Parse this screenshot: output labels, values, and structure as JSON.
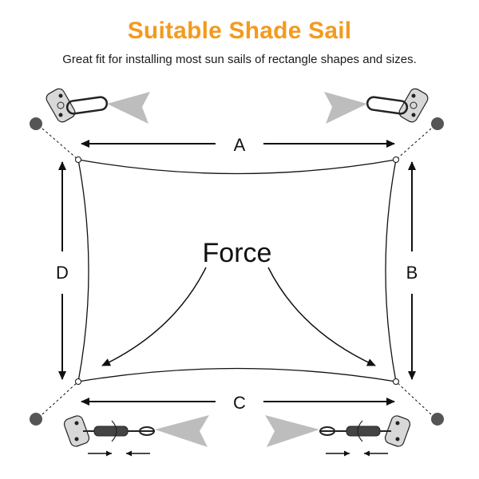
{
  "header": {
    "title": "Suitable Shade Sail",
    "subtitle": "Great fit for installing most sun sails of rectangle shapes and sizes."
  },
  "diagram": {
    "side_labels": {
      "top": "A",
      "right": "B",
      "bottom": "C",
      "left": "D"
    },
    "center_label": "Force",
    "colors": {
      "title": "#f39a1e",
      "line": "#111111",
      "corner_dot": "#555555",
      "hardware_fill": "#d8d8d8",
      "light_beam": "#bdbdbd"
    },
    "icons": [
      "wall-mount-bracket-icon",
      "carabiner-icon",
      "turnbuckle-icon",
      "tension-arrow-icon"
    ]
  }
}
